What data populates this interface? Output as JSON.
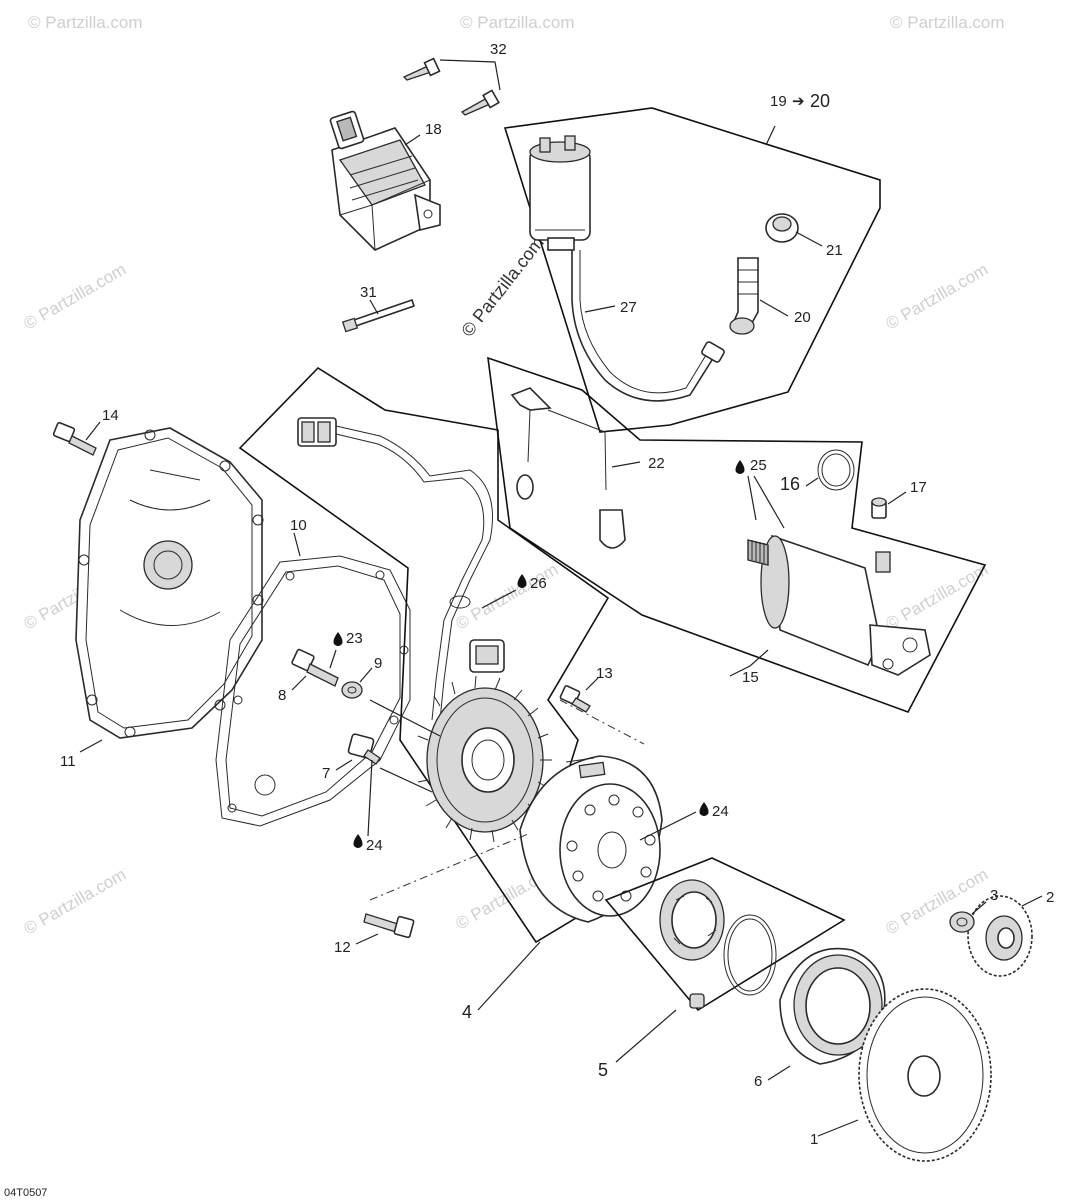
{
  "diagram": {
    "reference_code": "04T0507",
    "watermark_text": "© Partzilla.com",
    "arrow_glyph": "➔",
    "labels": {
      "l1": "1",
      "l2": "2",
      "l3": "3",
      "l4": "4",
      "l5": "5",
      "l6": "6",
      "l7": "7",
      "l8": "8",
      "l9": "9",
      "l10": "10",
      "l11": "11",
      "l12": "12",
      "l13": "13",
      "l14": "14",
      "l15": "15",
      "l16": "16",
      "l17": "17",
      "l18": "18",
      "l19": "19",
      "l20": "20",
      "l20b": "20",
      "l21": "21",
      "l22": "22",
      "l23": "23",
      "l24a": "24",
      "l24b": "24",
      "l25": "25",
      "l26": "26",
      "l27": "27",
      "l31": "31",
      "l32": "32"
    }
  }
}
